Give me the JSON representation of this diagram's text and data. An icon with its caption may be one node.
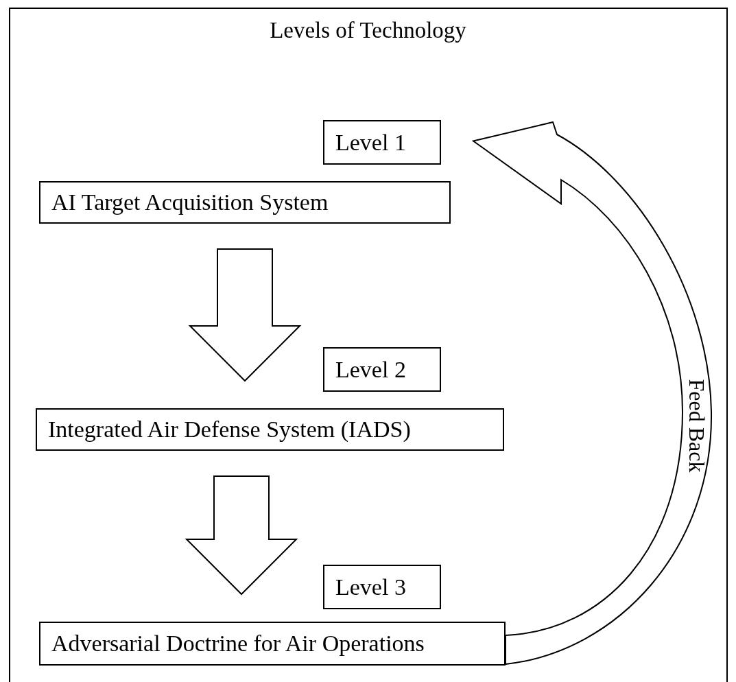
{
  "diagram": {
    "title": "Levels of Technology",
    "nodes": [
      {
        "text": [
          "Level 1"
        ]
      },
      {
        "text": [
          "AI Target Acquisition System"
        ]
      },
      {
        "text": [
          "Level 2"
        ]
      },
      {
        "text": [
          "Integrated Air Defense System (IADS)"
        ]
      },
      {
        "text": [
          "Level 3"
        ]
      },
      {
        "text": [
          "Adversarial Doctrine for Air Operations"
        ]
      }
    ],
    "edges": [
      {
        "from": 1,
        "to": 3,
        "arrow": "to"
      },
      {
        "from": 3,
        "to": 5,
        "arrow": "to"
      },
      {
        "from": 5,
        "to": 0,
        "arrow": "to",
        "label": "Feed Back"
      }
    ]
  }
}
